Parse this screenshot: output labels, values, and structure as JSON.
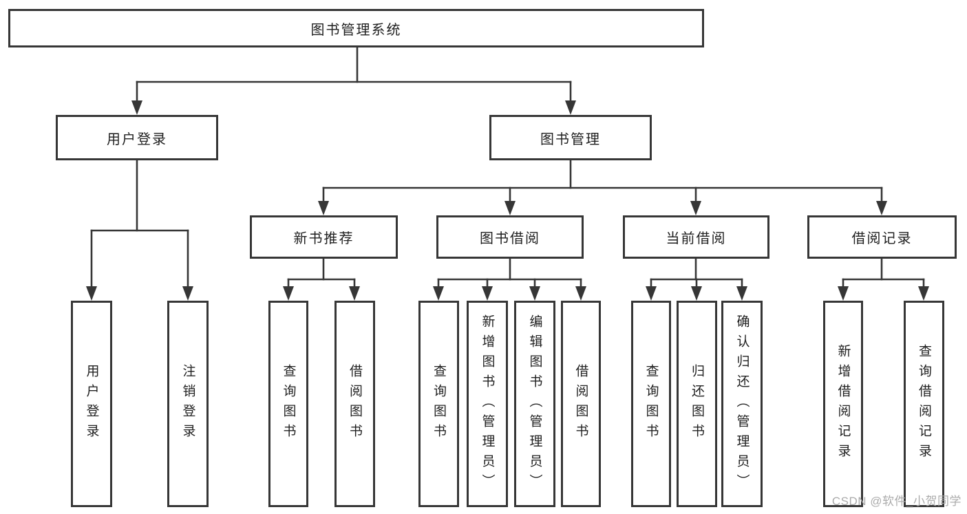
{
  "diagram": {
    "root": {
      "label": "图书管理系统"
    },
    "branches": [
      {
        "label": "用户登录",
        "children": [
          "用户登录",
          "注销登录"
        ]
      },
      {
        "label": "图书管理"
      }
    ],
    "modules": [
      {
        "label": "新书推荐",
        "children": [
          "查询图书",
          "借阅图书"
        ]
      },
      {
        "label": "图书借阅",
        "children": [
          "查询图书",
          "新增图书（管理员）",
          "编辑图书（管理员）",
          "借阅图书"
        ]
      },
      {
        "label": "当前借阅",
        "children": [
          "查询图书",
          "归还图书",
          "确认归还（管理员）"
        ]
      },
      {
        "label": "借阅记录",
        "children": [
          "新增借阅记录",
          "查询借阅记录"
        ]
      }
    ]
  },
  "watermark": "CSDN @软件_小贺同学",
  "colors": {
    "line": "#363636",
    "box_border": "#363636",
    "text": "#1f1f1f",
    "background": "#ffffff",
    "watermark": "#ababab"
  }
}
